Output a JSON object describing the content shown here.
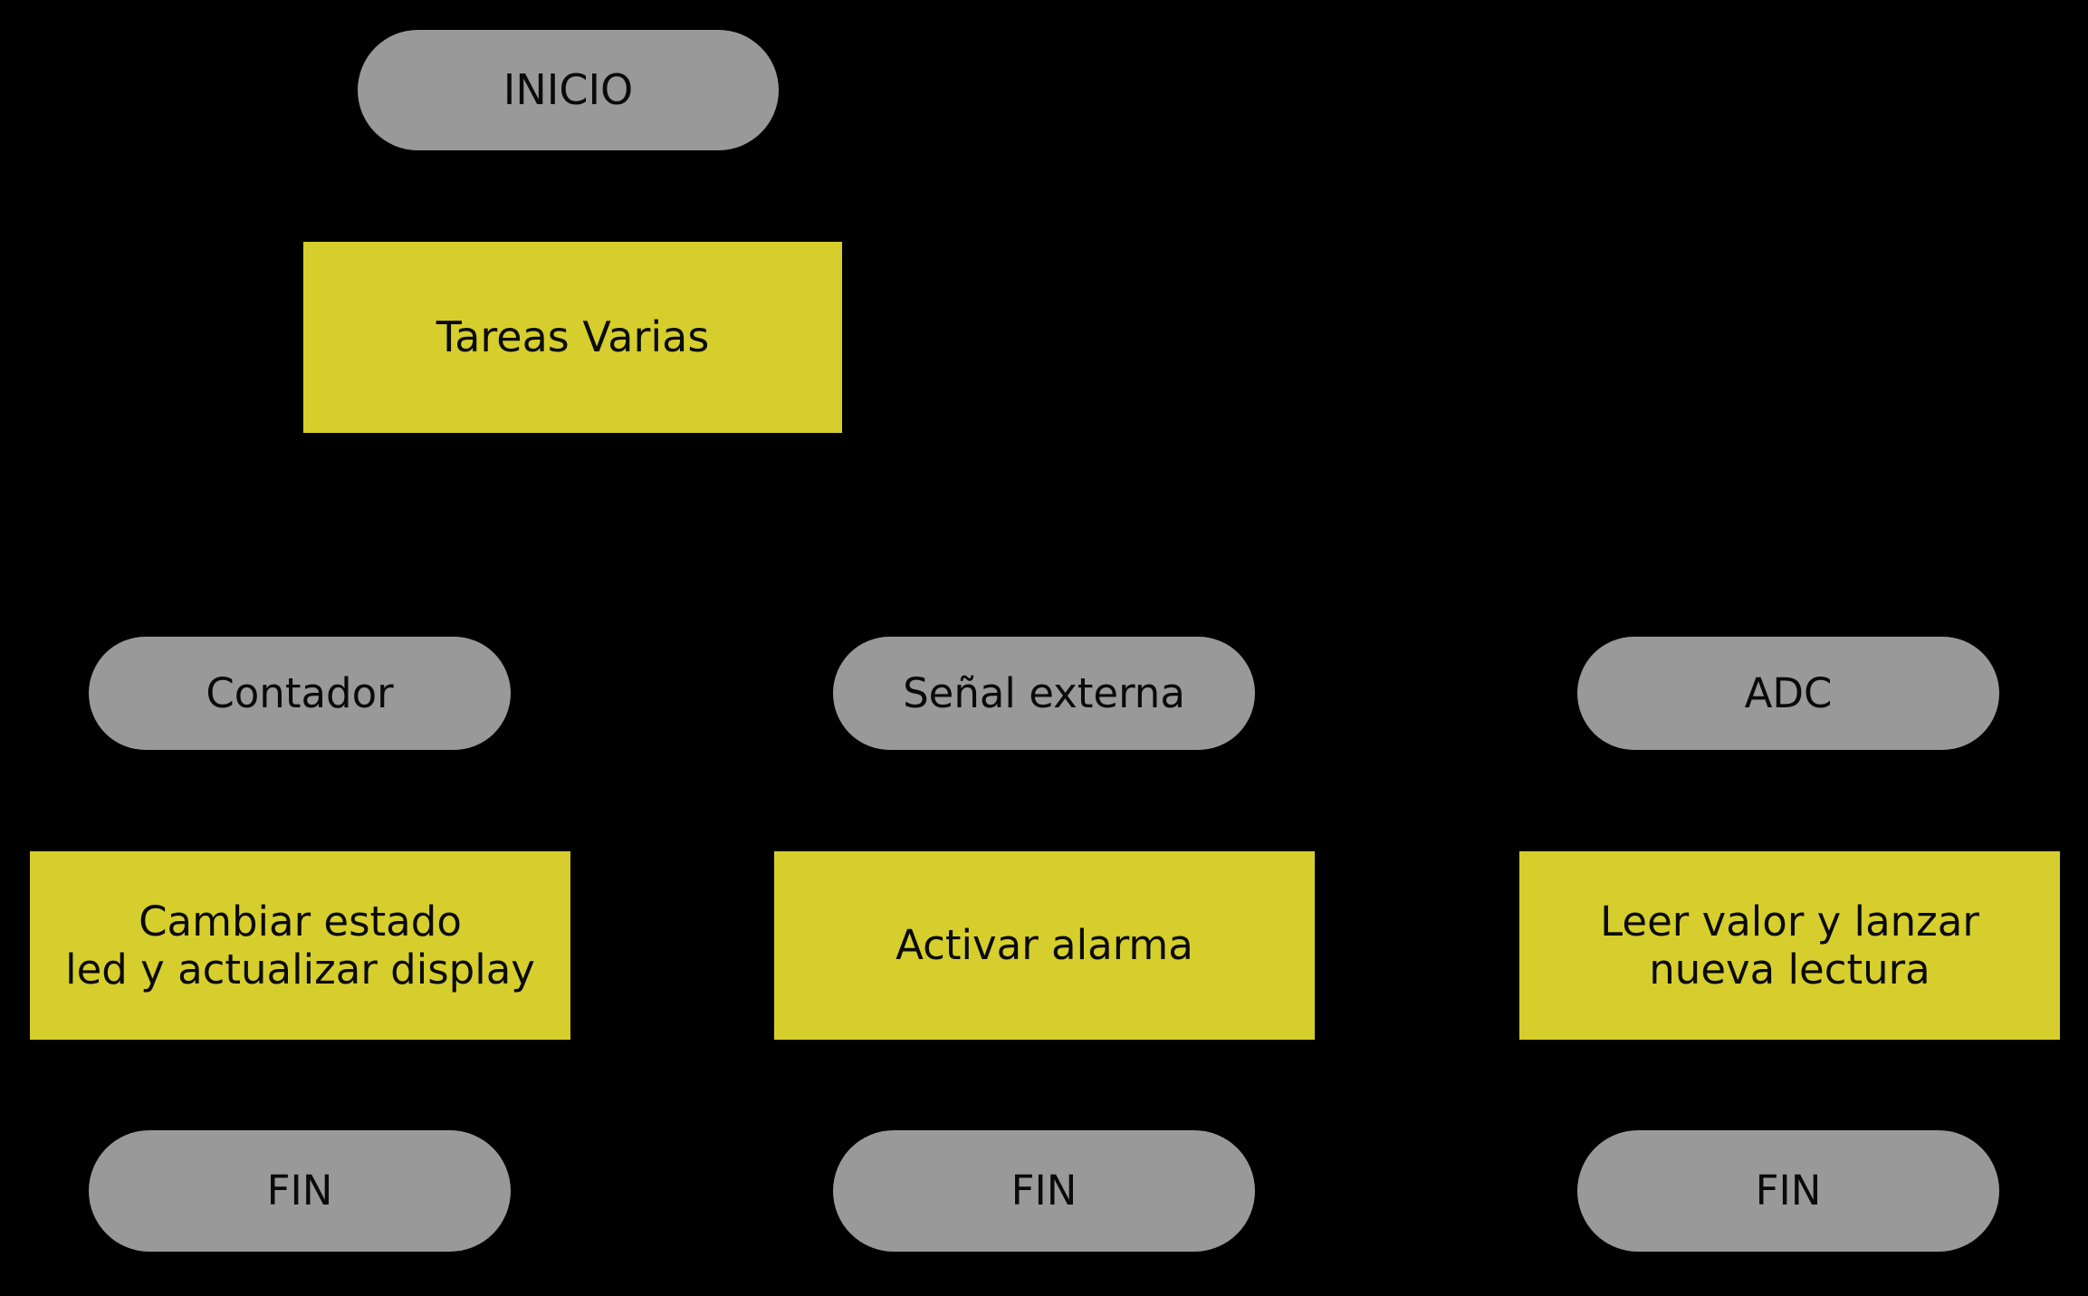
{
  "diagram": {
    "background_color": "#000000",
    "terminal_color": "#999999",
    "process_color": "#d6ce2d",
    "text_color": "#0a0a0a",
    "nodes": {
      "start": {
        "label": "INICIO",
        "shape": "pill"
      },
      "tareas_varias": {
        "label": "Tareas Varias",
        "shape": "rectangle"
      },
      "event_contador": {
        "label": "Contador",
        "shape": "pill"
      },
      "event_senal_externa": {
        "label": "Señal externa",
        "shape": "pill"
      },
      "event_adc": {
        "label": "ADC",
        "shape": "pill"
      },
      "action_led_display": {
        "label": "Cambiar estado\nled y actualizar display",
        "shape": "rectangle"
      },
      "action_alarma": {
        "label": "Activar alarma",
        "shape": "rectangle"
      },
      "action_adc_lectura": {
        "label": "Leer valor y lanzar\nnueva lectura",
        "shape": "rectangle"
      },
      "end_left": {
        "label": "FIN",
        "shape": "pill"
      },
      "end_middle": {
        "label": "FIN",
        "shape": "pill"
      },
      "end_right": {
        "label": "FIN",
        "shape": "pill"
      }
    }
  }
}
